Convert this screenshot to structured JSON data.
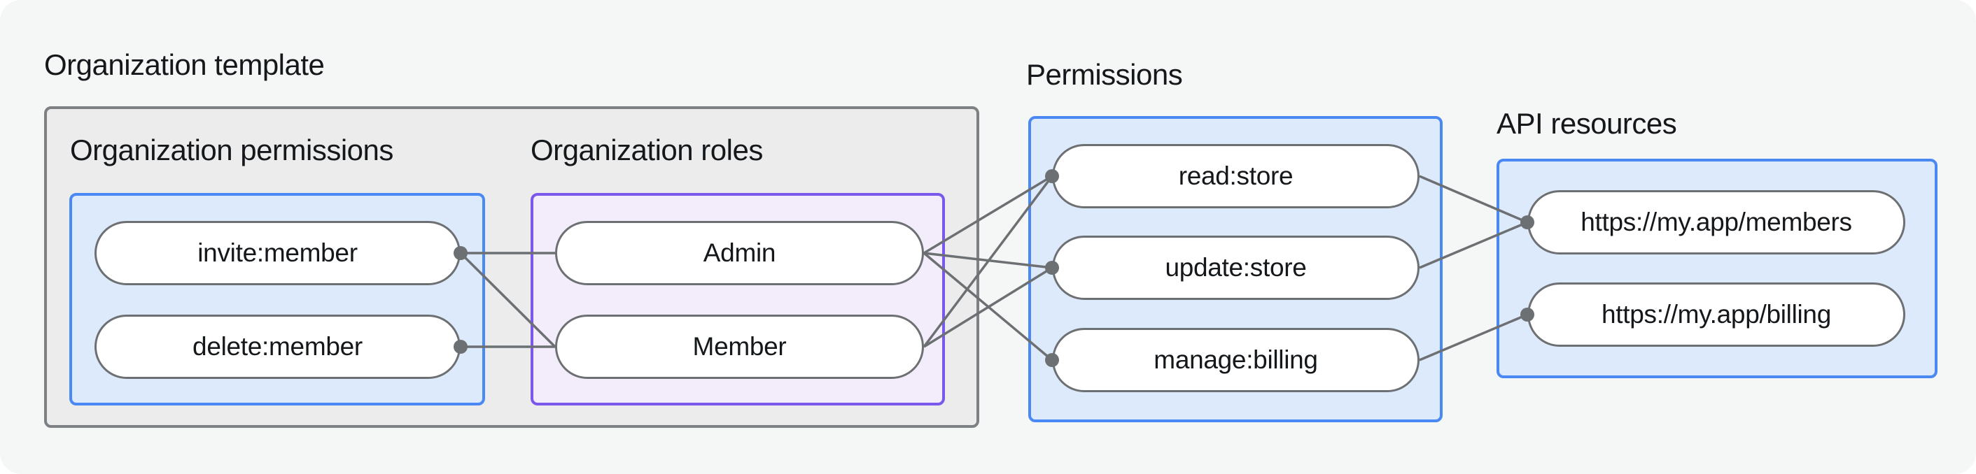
{
  "colors": {
    "container_fill": "#ececed",
    "container_border": "#7e8184",
    "blue_fill": "#ddeafb",
    "blue_border": "#4a89f3",
    "purple_fill": "#f3edfb",
    "purple_border": "#7b58ec",
    "pill_fill": "#ffffff",
    "pill_border": "#6d7073",
    "line": "#6d7073",
    "text": "#15181b",
    "canvas_bg": "#f5f6f6",
    "outer_bg": "#ffffff"
  },
  "labels": {
    "org_template": "Organization template",
    "org_permissions": "Organization permissions",
    "org_roles": "Organization roles",
    "permissions": "Permissions",
    "api_resources": "API resources"
  },
  "nodes": {
    "invite-member": "invite:member",
    "delete-member": "delete:member",
    "admin": "Admin",
    "member": "Member",
    "read-store": "read:store",
    "update-store": "update:store",
    "manage-billing": "manage:billing",
    "api-members": "https://my.app/members",
    "api-billing": "https://my.app/billing"
  },
  "edges": [
    {
      "from": "invite-member",
      "to": "admin"
    },
    {
      "from": "invite-member",
      "to": "member"
    },
    {
      "from": "delete-member",
      "to": "member"
    },
    {
      "from": "admin",
      "to": "read-store"
    },
    {
      "from": "admin",
      "to": "update-store"
    },
    {
      "from": "admin",
      "to": "manage-billing"
    },
    {
      "from": "member",
      "to": "read-store"
    },
    {
      "from": "member",
      "to": "update-store"
    },
    {
      "from": "read-store",
      "to": "api-members"
    },
    {
      "from": "update-store",
      "to": "api-members"
    },
    {
      "from": "manage-billing",
      "to": "api-billing"
    }
  ],
  "dots": [
    {
      "node": "invite-member",
      "side": "right"
    },
    {
      "node": "delete-member",
      "side": "right"
    },
    {
      "node": "read-store",
      "side": "left"
    },
    {
      "node": "update-store",
      "side": "left"
    },
    {
      "node": "manage-billing",
      "side": "left"
    },
    {
      "node": "api-members",
      "side": "left"
    },
    {
      "node": "api-billing",
      "side": "left"
    }
  ]
}
